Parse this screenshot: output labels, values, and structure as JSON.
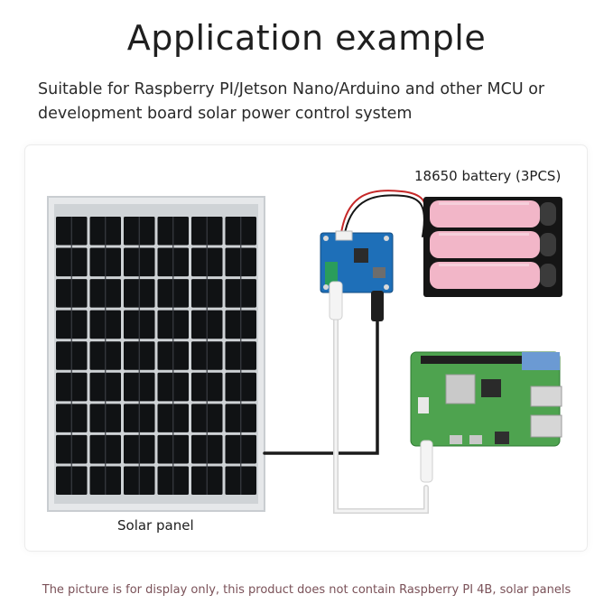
{
  "header": {
    "title": "Application example",
    "subtitle": "Suitable for Raspberry PI/Jetson Nano/Arduino and other MCU or development board solar power control system"
  },
  "labels": {
    "battery": "18650 battery (3PCS)",
    "solar_panel": "Solar panel"
  },
  "footnote": "The picture is for display only, this product does not contain Raspberry PI 4B, solar panels",
  "colors": {
    "battery_cell": "#f2b6c8",
    "pcb_board": "#1e6fb8",
    "raspberry_pi_board": "#4ea34f",
    "solar_cell": "#101214",
    "footnote_text": "#7a5158"
  }
}
